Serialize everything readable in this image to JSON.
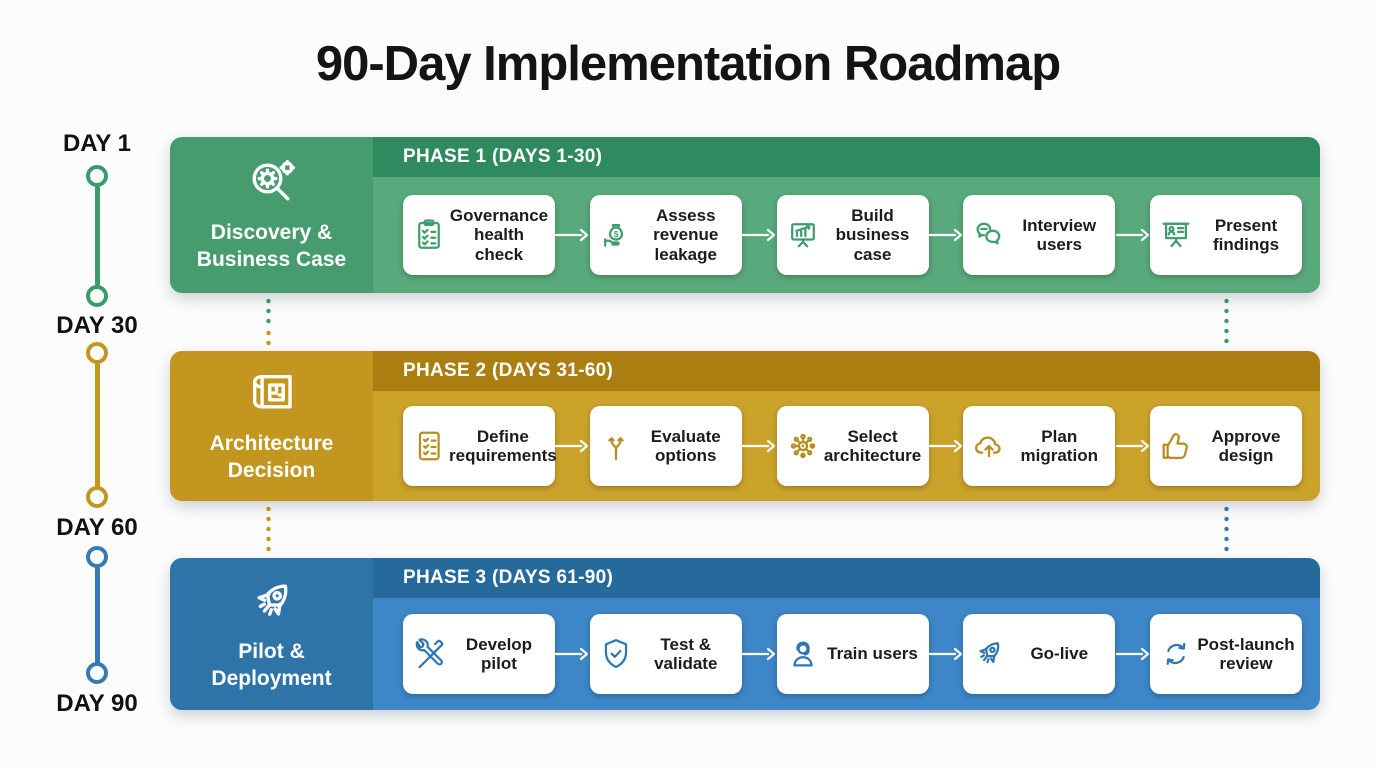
{
  "title": "90-Day Implementation Roadmap",
  "timeline": {
    "markers": [
      {
        "label": "DAY 1"
      },
      {
        "label": "DAY 30"
      },
      {
        "label": "DAY 60"
      },
      {
        "label": "DAY 90"
      }
    ],
    "segment_colors": [
      "#3a9c6d",
      "#c2961f",
      "#3579b5"
    ]
  },
  "phases": [
    {
      "header": "PHASE 1 (DAYS 1-30)",
      "name": "Discovery & Business Case",
      "icon": "magnifier-gear-icon",
      "colors": {
        "left_block": "#479c6f",
        "header_bar": "#2f8a60",
        "body": "#58a97b",
        "step_icon": "#3f9d6e"
      },
      "steps": [
        {
          "label": "Governance health check",
          "icon": "clipboard-checklist-icon"
        },
        {
          "label": "Assess revenue leakage",
          "icon": "money-bag-hand-icon"
        },
        {
          "label": "Build business case",
          "icon": "chart-presentation-icon"
        },
        {
          "label": "Interview users",
          "icon": "chat-bubbles-icon"
        },
        {
          "label": "Present findings",
          "icon": "presentation-board-icon"
        }
      ]
    },
    {
      "header": "PHASE 2 (DAYS 31-60)",
      "name": "Architecture Decision",
      "icon": "blueprint-icon",
      "colors": {
        "left_block": "#c2961f",
        "header_bar": "#aa7e11",
        "body": "#cba32b",
        "step_icon": "#b68d1e"
      },
      "steps": [
        {
          "label": "Define requirements",
          "icon": "checklist-doc-icon"
        },
        {
          "label": "Evaluate options",
          "icon": "fork-arrows-icon"
        },
        {
          "label": "Select architecture",
          "icon": "hub-network-icon"
        },
        {
          "label": "Plan migration",
          "icon": "cloud-upload-icon"
        },
        {
          "label": "Approve design",
          "icon": "thumbs-up-icon"
        }
      ]
    },
    {
      "header": "PHASE 3 (DAYS 61-90)",
      "name": "Pilot & Deployment",
      "icon": "rocket-icon",
      "colors": {
        "left_block": "#2f74a9",
        "header_bar": "#266a9c",
        "body": "#3d86c8",
        "step_icon": "#2f77b2"
      },
      "steps": [
        {
          "label": "Develop pilot",
          "icon": "crossed-tools-icon"
        },
        {
          "label": "Test & validate",
          "icon": "shield-check-icon"
        },
        {
          "label": "Train users",
          "icon": "person-headset-icon"
        },
        {
          "label": "Go-live",
          "icon": "rocket-icon"
        },
        {
          "label": "Post-launch review",
          "icon": "cycle-arrows-icon"
        }
      ]
    }
  ]
}
